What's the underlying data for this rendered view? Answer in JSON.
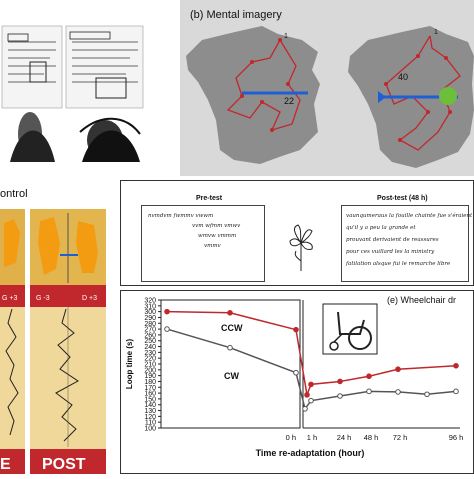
{
  "panels": {
    "b": {
      "title": "(b) Mental imagery",
      "left_label": "22",
      "right_label": "40",
      "top_label_left": "1",
      "top_label_right": "1"
    },
    "c": {
      "title": "ontrol",
      "left_score": "G +3",
      "right_score": "D +3",
      "left_score2": "G -3",
      "right_score2": "D +3",
      "pre_word": "E",
      "post_word": "POST"
    },
    "d": {
      "pre_title": "Pre-test",
      "post_title": "Post-test (48 h)",
      "pre_lines": [
        "nvmdvm fwmmv vwwm",
        "vvm wfmm vmwv",
        "wmvw vmmm",
        "vmmv"
      ],
      "post_lines": [
        "vaunqumeraus la fouille chainte fue s'éraient",
        "qu'il y a peu la grande et",
        "prouvant derivaient de reassures",
        "pour ces vuillard les la ministry",
        "fatilation alsque fui le remarche libre"
      ]
    },
    "e": {
      "title": "(e) Wheelchair dr"
    }
  },
  "chart_data": {
    "type": "line",
    "title": "(e) Wheelchair dr",
    "xlabel": "Time re-adaptation (hour)",
    "ylabel": "Loop time (s)",
    "ylim": [
      100,
      320
    ],
    "yticks": [
      100,
      110,
      120,
      130,
      140,
      150,
      160,
      170,
      180,
      190,
      200,
      210,
      220,
      230,
      240,
      250,
      260,
      270,
      280,
      290,
      300,
      310,
      320
    ],
    "pre_ticks": [
      "0 h"
    ],
    "post_ticks": [
      "1 h",
      "24 h",
      "48 h",
      "72 h",
      "96 h"
    ],
    "series": [
      {
        "name": "CCW",
        "color": "#c0282d",
        "pre": [
          300,
          298,
          269
        ],
        "post": [
          157,
          175,
          180,
          189,
          201,
          207
        ]
      },
      {
        "name": "CW",
        "color": "#555555",
        "pre": [
          270,
          238,
          195
        ],
        "post": [
          133,
          147,
          155,
          163,
          162,
          158,
          163
        ]
      }
    ]
  }
}
